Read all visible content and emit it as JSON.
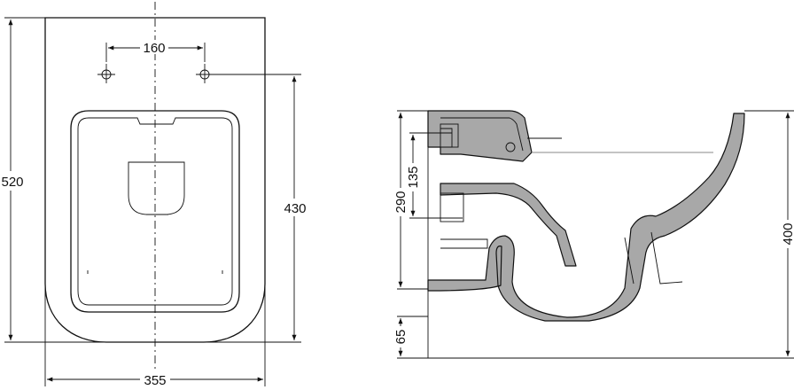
{
  "dimensions": {
    "bolt_spacing": "160",
    "total_length": "520",
    "fixing_length": "430",
    "width": "355",
    "inlet_height": "290",
    "inlet_offset": "135",
    "bowl_height": "400",
    "floor_clearance": "65"
  }
}
